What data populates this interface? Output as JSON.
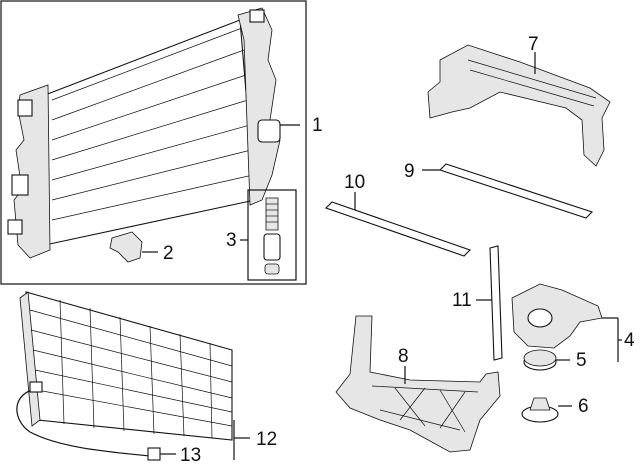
{
  "callouts": {
    "c1": "1",
    "c2": "2",
    "c3": "3",
    "c4": "4",
    "c5": "5",
    "c6": "6",
    "c7": "7",
    "c8": "8",
    "c9": "9",
    "c10": "10",
    "c11": "11",
    "c12": "12",
    "c13": "13"
  },
  "colors": {
    "line": "#111111",
    "background": "#ffffff",
    "shade": "#e6e6e6"
  }
}
